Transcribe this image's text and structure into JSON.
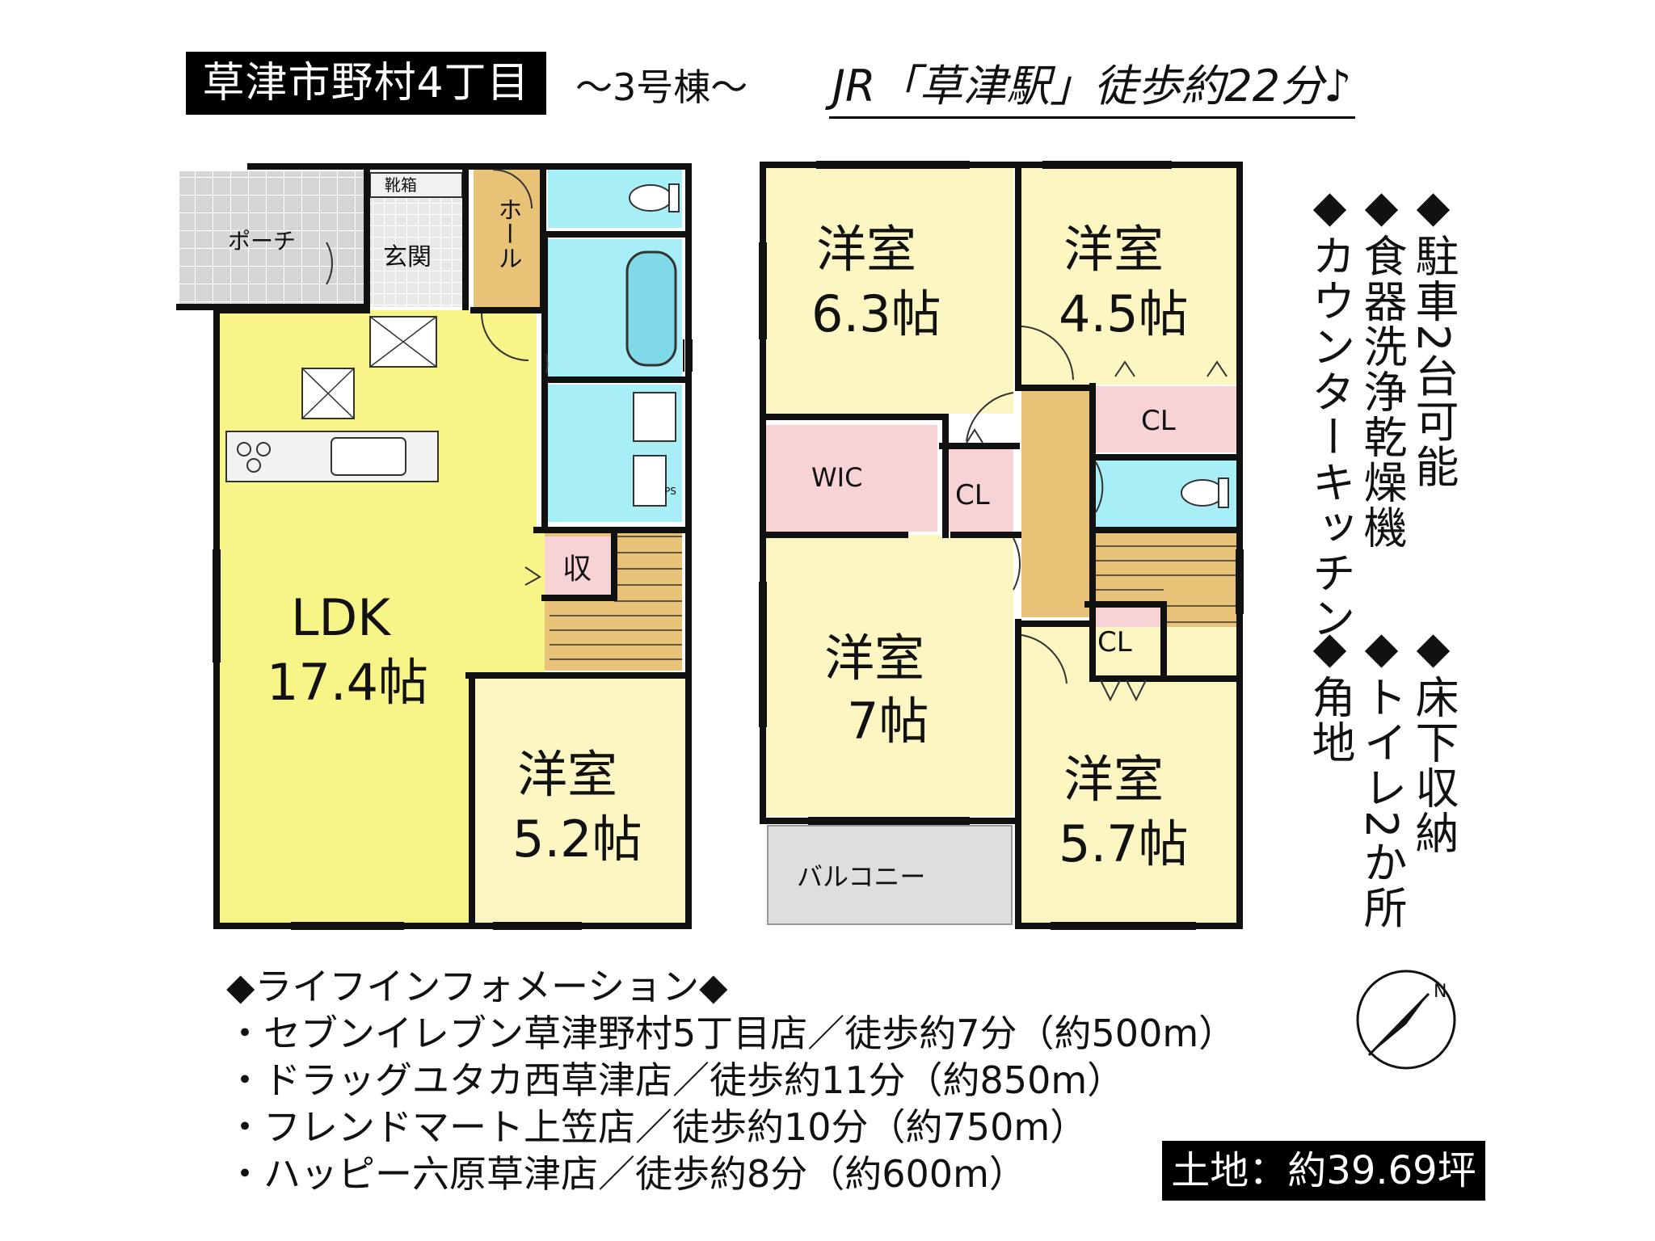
{
  "header": {
    "title": "草津市野村4丁目",
    "subtitle": "〜3号棟〜",
    "access": "JR「草津駅」徒歩約22分♪"
  },
  "floor1": {
    "porch": "ポーチ",
    "shoe_box": "靴箱",
    "entrance": "玄関",
    "hall": "ホール",
    "ldk_name": "LDK",
    "ldk_size": "17.4帖",
    "storage": "収",
    "room_name": "洋室",
    "room_size": "5.2帖",
    "ps": "PS"
  },
  "floor2": {
    "room1_name": "洋室",
    "room1_size": "6.3帖",
    "room2_name": "洋室",
    "room2_size": "4.5帖",
    "room3_name": "洋室",
    "room3_size": "7帖",
    "room4_name": "洋室",
    "room4_size": "5.7帖",
    "wic": "WIC",
    "cl1": "CL",
    "cl2": "CL",
    "cl3": "CL",
    "balcony": "バルコニー"
  },
  "features": {
    "col1": [
      "◆駐車2台可能",
      "◆床下収納"
    ],
    "col2": [
      "◆食器洗浄乾燥機",
      "◆トイレ2か所"
    ],
    "col3": [
      "◆カウンターキッチン",
      "◆角地"
    ]
  },
  "compass": "N",
  "life_info": {
    "heading": "◆ライフインフォメーション◆",
    "items": [
      "・セブンイレブン草津野村5丁目店／徒歩約7分（約500m）",
      "・ドラッグユタカ西草津店／徒歩約11分（約850m）",
      "・フレンドマート上笠店／徒歩約10分（約750m）",
      "・ハッピー六原草津店／徒歩約8分（約600m）"
    ]
  },
  "land": "土地：約39.69坪",
  "colors": {
    "room_yellow": "#fbf6c2",
    "ldk_yellow": "#f7f488",
    "wet_blue": "#a8eef6",
    "closet_pink": "#f7d3d6",
    "hall_tan": "#e7c277",
    "porch_gray": "#d8d8d8",
    "balcony_gray": "#dedede",
    "wall": "#111111"
  }
}
